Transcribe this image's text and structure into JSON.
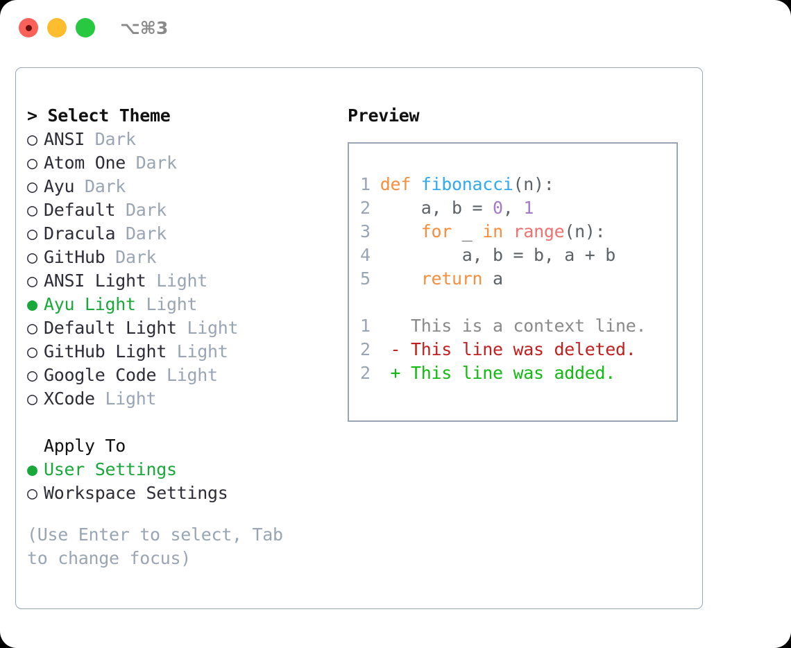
{
  "titlebar": {
    "shortcut": "⌥⌘3",
    "lights": [
      "close",
      "minimize",
      "zoom"
    ]
  },
  "theme_picker": {
    "header": "> Select Theme",
    "selected_bullet": "●",
    "unselected_bullet": "○",
    "accent_color": "#19a83a",
    "items": [
      {
        "label": "ANSI",
        "variant": "Dark",
        "selected": false
      },
      {
        "label": "Atom One",
        "variant": "Dark",
        "selected": false
      },
      {
        "label": "Ayu",
        "variant": "Dark",
        "selected": false
      },
      {
        "label": "Default",
        "variant": "Dark",
        "selected": false
      },
      {
        "label": "Dracula",
        "variant": "Dark",
        "selected": false
      },
      {
        "label": "GitHub",
        "variant": "Dark",
        "selected": false
      },
      {
        "label": "ANSI Light",
        "variant": "Light",
        "selected": false
      },
      {
        "label": "Ayu Light",
        "variant": "Light",
        "selected": true
      },
      {
        "label": "Default Light",
        "variant": "Light",
        "selected": false
      },
      {
        "label": "GitHub Light",
        "variant": "Light",
        "selected": false
      },
      {
        "label": "Google Code",
        "variant": "Light",
        "selected": false
      },
      {
        "label": "XCode",
        "variant": "Light",
        "selected": false
      }
    ]
  },
  "apply_to": {
    "header": "Apply To",
    "items": [
      {
        "label": "User Settings",
        "selected": true
      },
      {
        "label": "Workspace Settings",
        "selected": false
      }
    ]
  },
  "hint": "(Use Enter to select, Tab to change focus)",
  "preview": {
    "header": "Preview",
    "code_lines": [
      {
        "number": "1",
        "tokens": [
          {
            "text": "def ",
            "type": "kw"
          },
          {
            "text": "fibonacci",
            "type": "fn"
          },
          {
            "text": "(n):",
            "type": "plain"
          }
        ]
      },
      {
        "number": "2",
        "tokens": [
          {
            "text": "    a, b = ",
            "type": "plain"
          },
          {
            "text": "0",
            "type": "num"
          },
          {
            "text": ", ",
            "type": "plain"
          },
          {
            "text": "1",
            "type": "num"
          }
        ]
      },
      {
        "number": "3",
        "tokens": [
          {
            "text": "    ",
            "type": "plain"
          },
          {
            "text": "for",
            "type": "kw"
          },
          {
            "text": " _ ",
            "type": "plain"
          },
          {
            "text": "in",
            "type": "kw"
          },
          {
            "text": " ",
            "type": "plain"
          },
          {
            "text": "range",
            "type": "call"
          },
          {
            "text": "(n):",
            "type": "plain"
          }
        ]
      },
      {
        "number": "4",
        "tokens": [
          {
            "text": "        a, b = b, a + b",
            "type": "plain"
          }
        ]
      },
      {
        "number": "5",
        "tokens": [
          {
            "text": "    ",
            "type": "plain"
          },
          {
            "text": "return",
            "type": "kw"
          },
          {
            "text": " a",
            "type": "plain"
          }
        ]
      }
    ],
    "diff_lines": [
      {
        "number": "1",
        "marker": "  ",
        "text": "This is a context line.",
        "type": "ctx"
      },
      {
        "number": "2",
        "marker": "- ",
        "text": "This line was deleted.",
        "type": "del"
      },
      {
        "number": "2",
        "marker": "+ ",
        "text": "This line was added.",
        "type": "add"
      }
    ]
  }
}
